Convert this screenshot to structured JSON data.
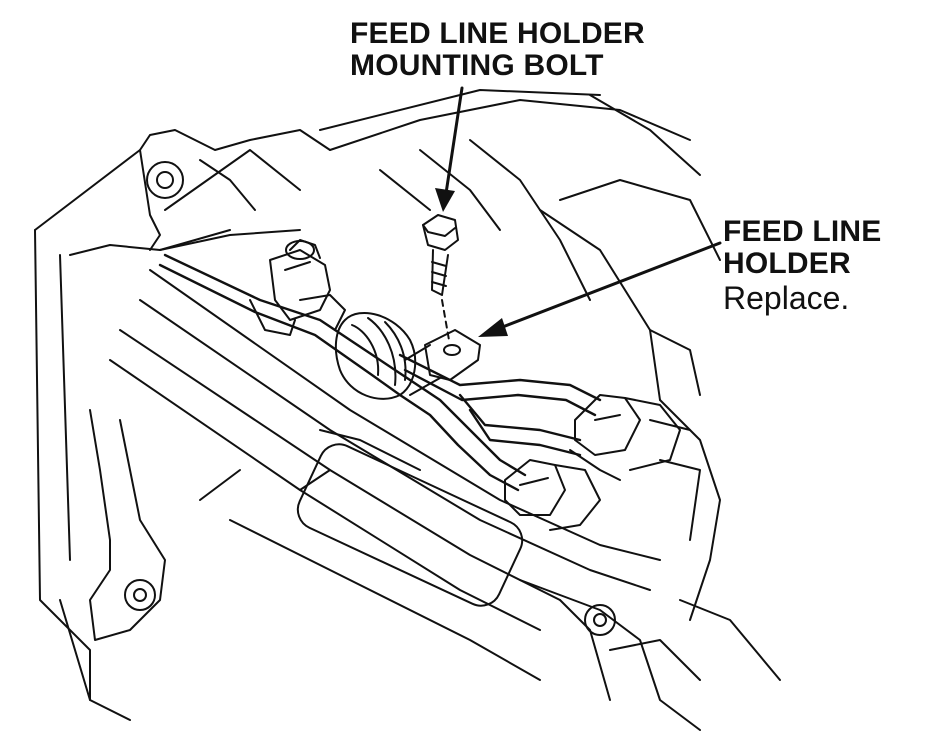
{
  "callouts": {
    "bolt": {
      "line1": "FEED LINE HOLDER",
      "line2": "MOUNTING BOLT"
    },
    "holder": {
      "line1": "FEED LINE",
      "line2": "HOLDER",
      "note": "Replace."
    }
  },
  "colors": {
    "ink": "#111111",
    "background": "#ffffff"
  }
}
